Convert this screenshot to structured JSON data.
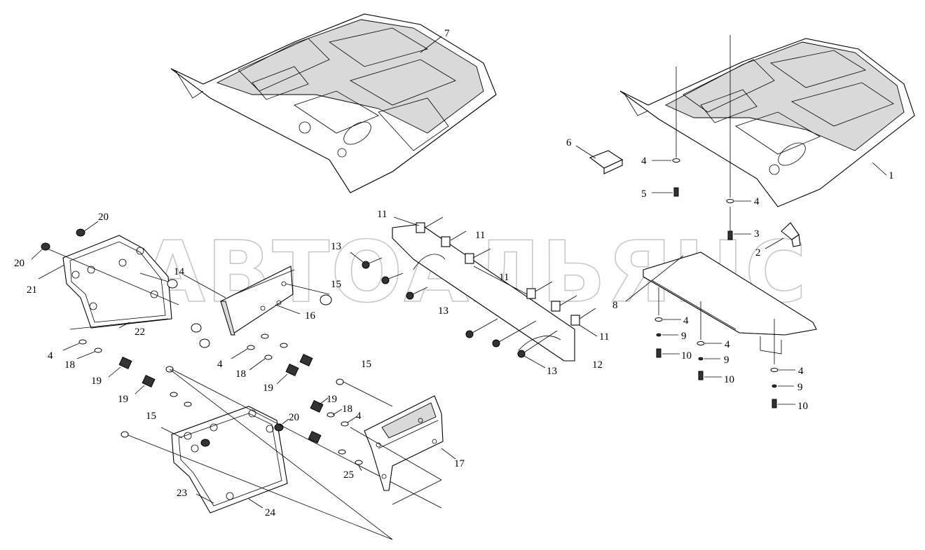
{
  "watermark": "АВТОАЛЬЯНС",
  "labels": [
    {
      "id": "1",
      "text": "1"
    },
    {
      "id": "2",
      "text": "2"
    },
    {
      "id": "3",
      "text": "3"
    },
    {
      "id": "4a",
      "text": "4"
    },
    {
      "id": "4b",
      "text": "4"
    },
    {
      "id": "4c",
      "text": "4"
    },
    {
      "id": "4d",
      "text": "4"
    },
    {
      "id": "4e",
      "text": "4"
    },
    {
      "id": "4f",
      "text": "4"
    },
    {
      "id": "4g",
      "text": "4"
    },
    {
      "id": "4h",
      "text": "4"
    },
    {
      "id": "5",
      "text": "5"
    },
    {
      "id": "6",
      "text": "6"
    },
    {
      "id": "7",
      "text": "7"
    },
    {
      "id": "8",
      "text": "8"
    },
    {
      "id": "9a",
      "text": "9"
    },
    {
      "id": "9b",
      "text": "9"
    },
    {
      "id": "9c",
      "text": "9"
    },
    {
      "id": "10a",
      "text": "10"
    },
    {
      "id": "10b",
      "text": "10"
    },
    {
      "id": "10c",
      "text": "10"
    },
    {
      "id": "11a",
      "text": "11"
    },
    {
      "id": "11b",
      "text": "11"
    },
    {
      "id": "11c",
      "text": "11"
    },
    {
      "id": "11d",
      "text": "11"
    },
    {
      "id": "12",
      "text": "12"
    },
    {
      "id": "13a",
      "text": "13"
    },
    {
      "id": "13b",
      "text": "13"
    },
    {
      "id": "13c",
      "text": "13"
    },
    {
      "id": "14",
      "text": "14"
    },
    {
      "id": "15a",
      "text": "15"
    },
    {
      "id": "15b",
      "text": "15"
    },
    {
      "id": "15c",
      "text": "15"
    },
    {
      "id": "16",
      "text": "16"
    },
    {
      "id": "17",
      "text": "17"
    },
    {
      "id": "18a",
      "text": "18"
    },
    {
      "id": "18b",
      "text": "18"
    },
    {
      "id": "18c",
      "text": "18"
    },
    {
      "id": "19a",
      "text": "19"
    },
    {
      "id": "19b",
      "text": "19"
    },
    {
      "id": "19c",
      "text": "19"
    },
    {
      "id": "19d",
      "text": "19"
    },
    {
      "id": "20a",
      "text": "20"
    },
    {
      "id": "20b",
      "text": "20"
    },
    {
      "id": "20c",
      "text": "20"
    },
    {
      "id": "21",
      "text": "21"
    },
    {
      "id": "22",
      "text": "22"
    },
    {
      "id": "23",
      "text": "23"
    },
    {
      "id": "24",
      "text": "24"
    },
    {
      "id": "25",
      "text": "25"
    }
  ]
}
